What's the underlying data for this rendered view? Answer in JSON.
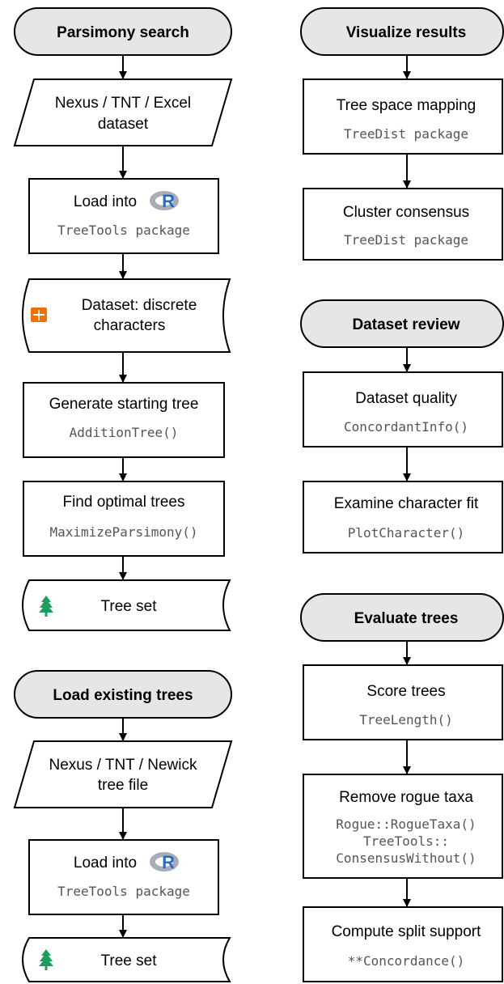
{
  "left": {
    "parsimony": {
      "title": "Parsimony search",
      "input": [
        "Nexus / TNT / Excel",
        "dataset"
      ],
      "load": {
        "label": "Load into",
        "code": "TreeTools package"
      },
      "dataset": [
        "Dataset: discrete",
        "characters"
      ],
      "start_tree": {
        "label": "Generate starting tree",
        "code": "AdditionTree()"
      },
      "optimal": {
        "label": "Find optimal trees",
        "code": "MaximizeParsimony()"
      },
      "tree_set": "Tree set"
    },
    "existing": {
      "title": "Load existing trees",
      "input": [
        "Nexus / TNT / Newick",
        "tree file"
      ],
      "load": {
        "label": "Load into",
        "code": "TreeTools package"
      },
      "tree_set": "Tree set"
    }
  },
  "right": {
    "visualize": {
      "title": "Visualize results",
      "mapping": {
        "label": "Tree space mapping",
        "code": "TreeDist package"
      },
      "cluster": {
        "label": "Cluster consensus",
        "code": "TreeDist package"
      }
    },
    "review": {
      "title": "Dataset review",
      "quality": {
        "label": "Dataset quality",
        "code": "ConcordantInfo()"
      },
      "fit": {
        "label": "Examine character fit",
        "code": "PlotCharacter()"
      }
    },
    "evaluate": {
      "title": "Evaluate trees",
      "score": {
        "label": "Score trees",
        "code": "TreeLength()"
      },
      "rogue": {
        "label": "Remove rogue taxa",
        "code": [
          "Rogue::RogueTaxa()",
          "TreeTools::",
          "ConsensusWithout()"
        ]
      },
      "split": {
        "label": "Compute split support",
        "code": "**Concordance()"
      }
    }
  },
  "colors": {
    "terminator_fill": "#e6e6e6",
    "code_text": "#555555",
    "table_icon": "#e8730c",
    "tree_icon": "#1a9e5c",
    "r_logo": "#276dc3"
  },
  "icons": {
    "r_logo": "r-logo-icon",
    "table": "table-icon",
    "tree": "tree-icon"
  }
}
